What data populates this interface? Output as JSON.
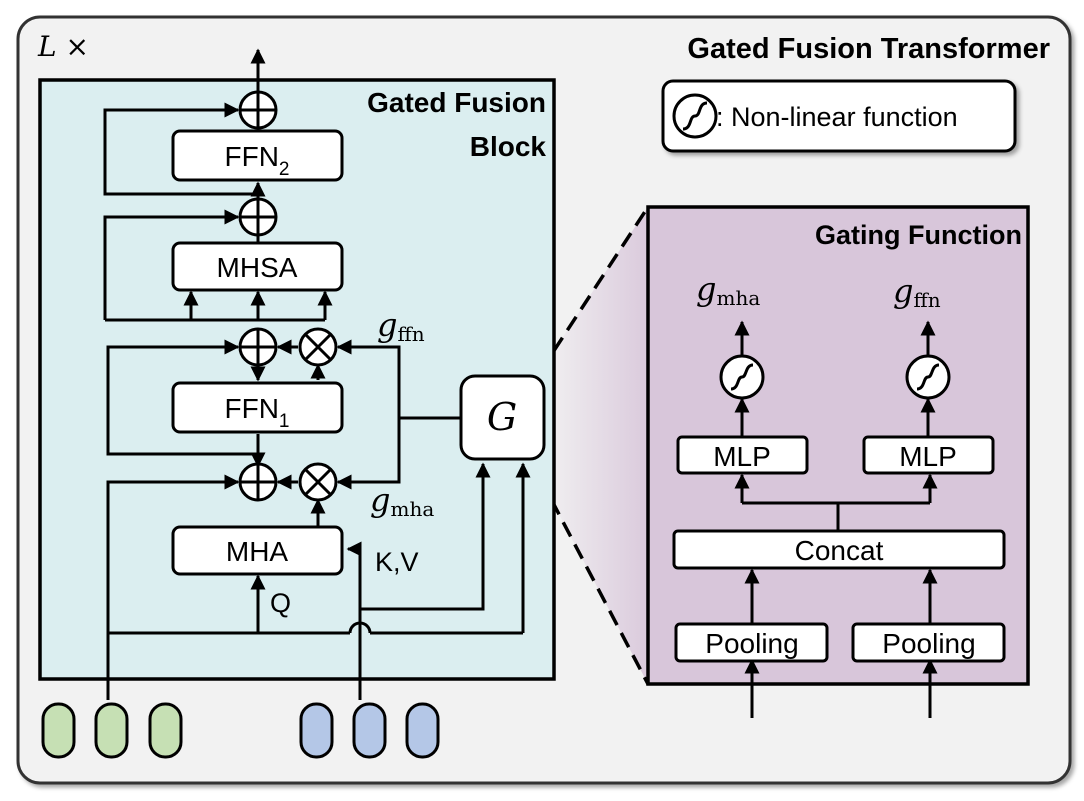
{
  "outer_title": "Gated Fusion Transformer",
  "repeat_label": "L ×",
  "legend": {
    "text": ": Non-linear function"
  },
  "block": {
    "title_line1": "Gated Fusion",
    "title_line2": "Block",
    "ffn2": {
      "base": "FFN",
      "sub": "2"
    },
    "mhsa": "MHSA",
    "ffn1": {
      "base": "FFN",
      "sub": "1"
    },
    "mha": "MHA",
    "q_label": "Q",
    "kv_label": "K,V",
    "g_ffn": {
      "base": "g",
      "sub": "ffn"
    },
    "g_mha": {
      "base": "g",
      "sub": "mha"
    }
  },
  "gate_node": "G",
  "gating": {
    "title": "Gating Function",
    "g_mha": {
      "base": "g",
      "sub": "mha"
    },
    "g_ffn": {
      "base": "g",
      "sub": "ffn"
    },
    "mlp_left": "MLP",
    "mlp_right": "MLP",
    "concat": "Concat",
    "pool_left": "Pooling",
    "pool_right": "Pooling"
  },
  "tokens": {
    "green_count": 3,
    "blue_count": 3,
    "green_color": "#c6e0b4",
    "blue_color": "#b4c7e7"
  },
  "colors": {
    "block_bg": "#dbeef0",
    "gating_bg": "#d8c6da",
    "outer_bg": "#f2f2f2"
  }
}
